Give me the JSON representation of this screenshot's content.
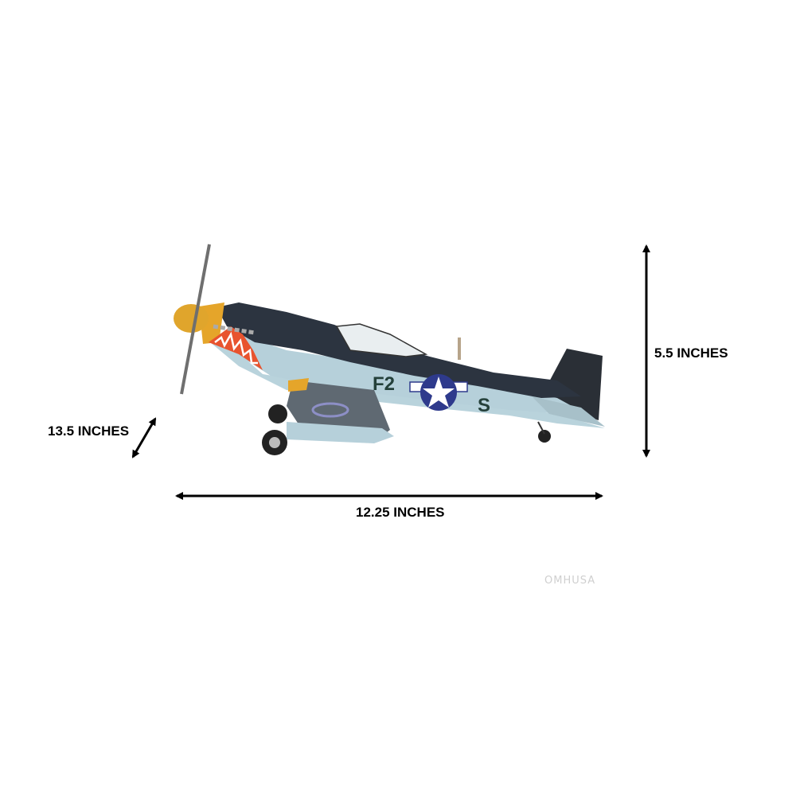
{
  "dimensions": {
    "length": "12.25 INCHES",
    "height": "5.5 INCHES",
    "wingspan": "13.5 INCHES"
  },
  "plane_markings": {
    "code": "F2",
    "letter": "S"
  },
  "watermark": "OMHUSA",
  "colors": {
    "upper": "#2c3440",
    "lower": "#b9d3dc",
    "nose": "#e5a52a",
    "roundel": "#2e3a8c",
    "teeth": "#e8532e"
  }
}
